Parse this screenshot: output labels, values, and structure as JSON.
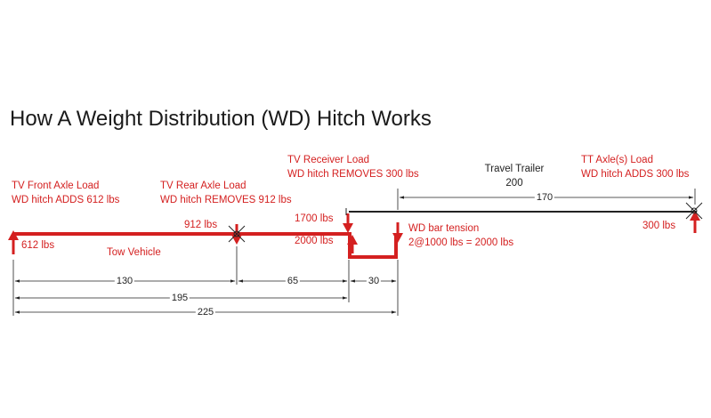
{
  "title": "How A Weight Distribution (WD) Hitch Works",
  "labels": {
    "tv_front_axle_title": "TV Front Axle Load",
    "tv_front_axle_note": "WD hitch ADDS 612 lbs",
    "tv_rear_axle_title": "TV Rear Axle Load",
    "tv_rear_axle_note": "WD hitch REMOVES 912 lbs",
    "tv_receiver_title": "TV Receiver Load",
    "tv_receiver_note": "WD hitch REMOVES 300 lbs",
    "travel_trailer_name": "Travel Trailer",
    "travel_trailer_weight": "200",
    "tt_axle_title": "TT Axle(s) Load",
    "tt_axle_note": "WD hitch ADDS 300 lbs",
    "front_force": "612 lbs",
    "rear_force": "912 lbs",
    "receiver_down_force": "1700 lbs",
    "receiver_up_force": "2000 lbs",
    "tt_axle_force": "300 lbs",
    "tow_vehicle": "Tow Vehicle",
    "wd_bar_title": "WD bar tension",
    "wd_bar_formula": "2@1000 lbs = 2000 lbs"
  },
  "dimensions": {
    "front_to_rear": "130",
    "rear_to_hitch": "65",
    "hitch_to_bar": "30",
    "front_to_hitch": "195",
    "front_to_bar": "225",
    "trailer_length": "170"
  },
  "colors": {
    "force": "#d42020",
    "structure": "#222222"
  }
}
